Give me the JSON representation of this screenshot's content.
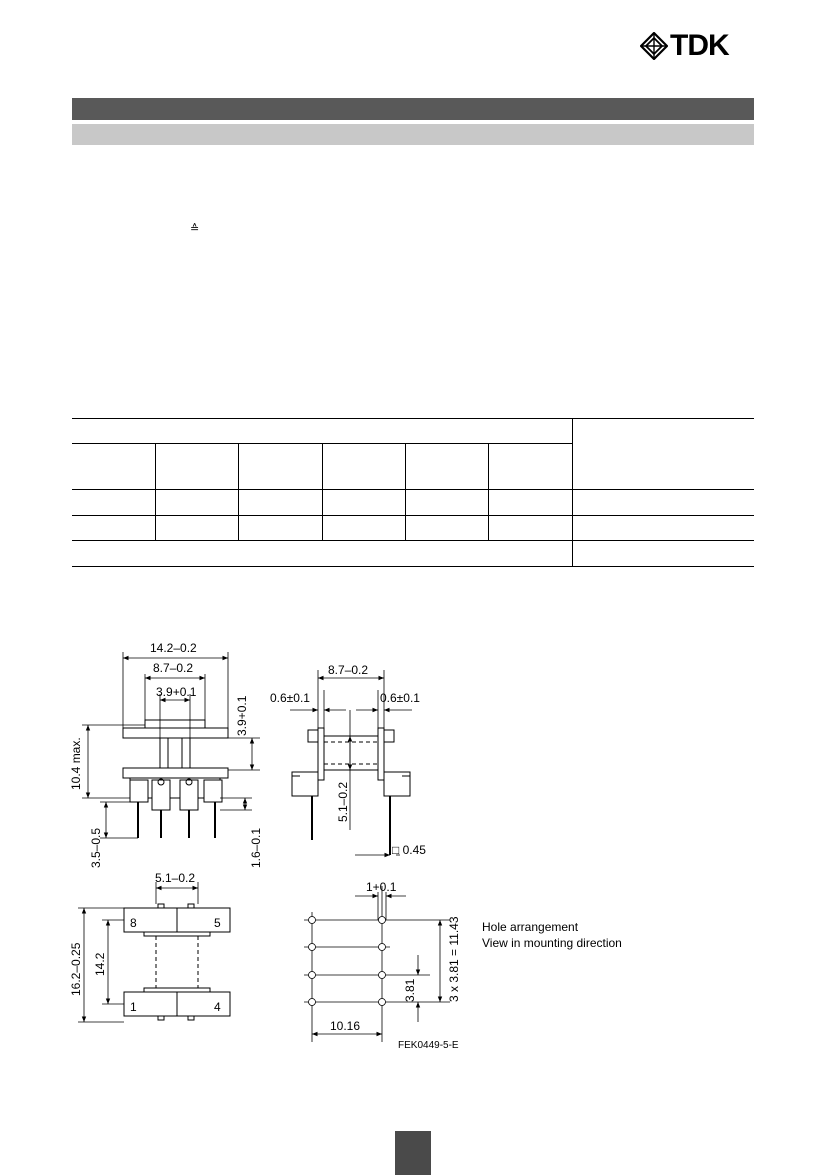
{
  "header": {
    "logo_text": "TDK",
    "logo_icon": "tdk-diamond-icon"
  },
  "body": {
    "correspondence_symbol": "≙"
  },
  "drawing": {
    "front": {
      "width": "14.2",
      "width_tol": "–0.2",
      "inner": "8.7",
      "inner_tol": "–0.2",
      "core": "3.9",
      "core_tol": "+0.1",
      "height_max": "10.4 max.",
      "flange": "3.9+0.1",
      "pin_len": "3.5–0.5",
      "pin_base": "1.6–0.1"
    },
    "side": {
      "inner": "8.7",
      "inner_tol": "–0.2",
      "left_flange": "0.6±0.1",
      "right_flange": "0.6±0.1",
      "height": "5.1–0.2",
      "pin_square": "□ 0.45"
    },
    "bottom": {
      "width": "5.1–0.2",
      "outer": "16.2–0.25",
      "inner": "14.2",
      "pin_8": "8",
      "pin_5": "5",
      "pin_1": "1",
      "pin_4": "4"
    },
    "holes": {
      "pitch_x": "1+0.1",
      "total_y": "3 x 3.81 = 11.43",
      "pitch_y": "3.81",
      "span_x": "10.16",
      "caption_1": "Hole arrangement",
      "caption_2": "View in mounting direction",
      "code": "FEK0449-5-E"
    }
  }
}
